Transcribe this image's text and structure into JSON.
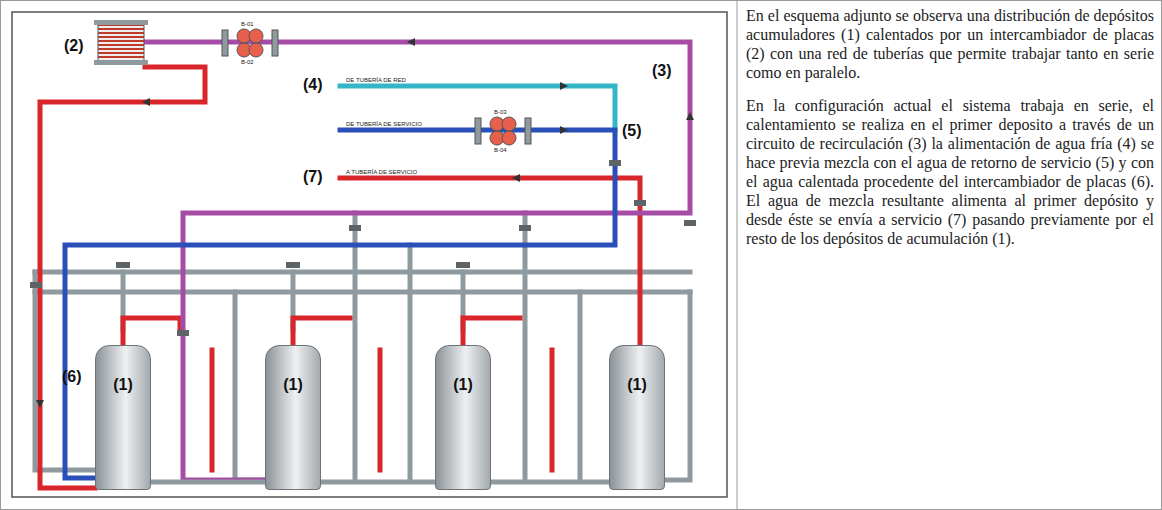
{
  "diagram": {
    "nodes": [
      {
        "text": [
          "(1)"
        ]
      },
      {
        "text": [
          "(1)"
        ]
      },
      {
        "text": [
          "(1)"
        ]
      },
      {
        "text": [
          "(1)"
        ]
      },
      {
        "text": [
          "En el esquema adjunto se observa una distribución de depósitos acumuladores (1) calentados por un intercambiador de placas (2) con una red de tuberías que permite trabajar tanto en serie como en paralelo.",
          "En la configuración actual el sistema trabaja en serie, el calentamiento se realiza en el primer deposito a través de un circuito de recirculación (3) la alimentación de agua fría (4) se hace previa mezcla con el agua de retorno de servicio (5) y con el agua calentada procedente del intercambiador de placas (6). El agua de mezcla resultante alimenta al primer depósito y desde éste se envía a servicio (7) pasando previamente por el resto de los depósitos de acumulación (1)."
        ]
      }
    ],
    "edges": [
      {
        "from": 0,
        "to": 1,
        "arrow": "none"
      },
      {
        "from": 1,
        "to": 2,
        "arrow": "none"
      },
      {
        "from": 2,
        "to": 3,
        "arrow": "none"
      }
    ],
    "labels": [
      "(2)",
      "B-01",
      "B-02",
      "(3)",
      "(4)",
      "DE TUBERÍA DE RED",
      "DE TUBERÍA DE SERVICIO",
      "B-03",
      "B-04",
      "(5)",
      "(7)",
      "A TUBERÍA DE SERVICIO",
      "(6)"
    ]
  }
}
